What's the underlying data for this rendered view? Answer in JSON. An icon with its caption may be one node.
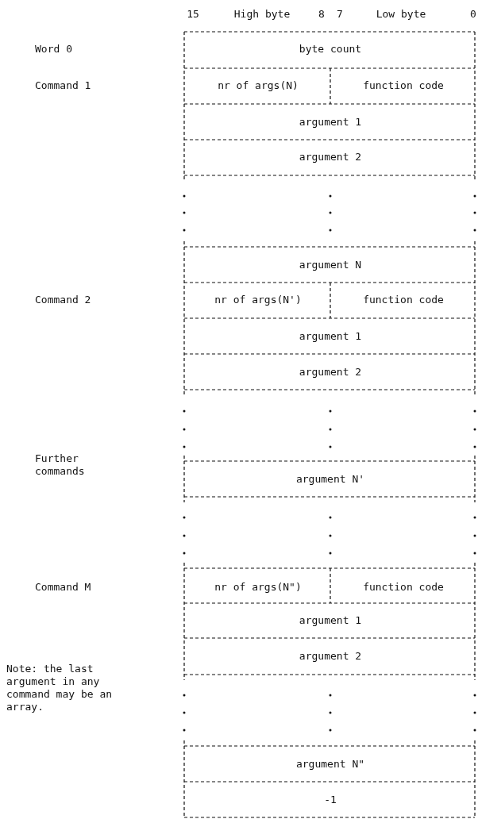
{
  "diagram": {
    "labels": [
      "15",
      "High byte",
      "8",
      "7",
      "Low byte",
      "0",
      "Word 0",
      "byte count",
      "Command 1",
      "nr of args(N)",
      "function code",
      "argument 1",
      "argument 2",
      "argument N",
      "Command 2",
      "nr of args(N')",
      "function code",
      "argument 1",
      "argument 2",
      "argument N'",
      "Further commands",
      "Command M",
      "nr of args(N\")",
      "function code",
      "argument 1",
      "argument 2",
      "Note: the last argument in any command may be an array.",
      "argument N\"",
      "-1"
    ]
  }
}
